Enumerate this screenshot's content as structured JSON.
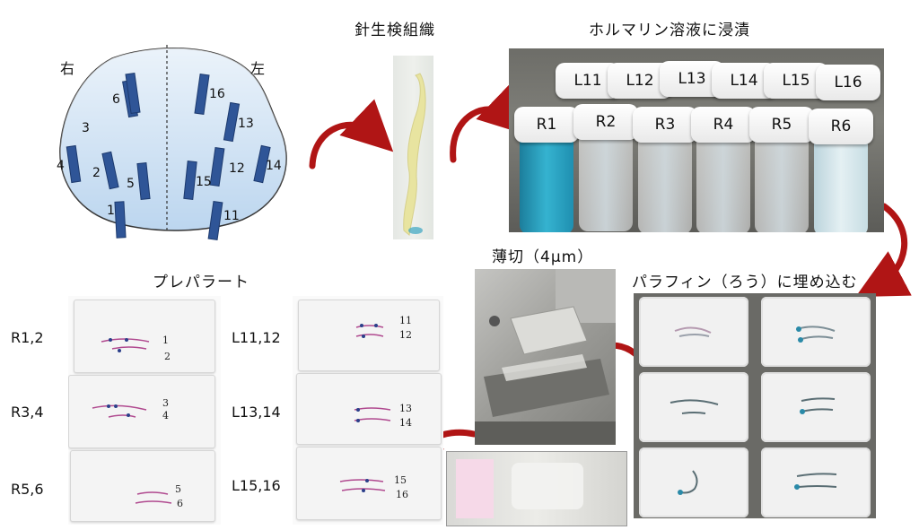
{
  "titles": {
    "biopsy": "針生検組織",
    "formalin": "ホルマリン溶液に浸漬",
    "paraffin": "パラフィン（ろう）に埋め込む",
    "section": "薄切（4μm）",
    "slides": "プレパラート"
  },
  "prostate": {
    "side_right": "右",
    "side_left": "左",
    "cores": [
      "1",
      "2",
      "3",
      "4",
      "5",
      "6",
      "11",
      "12",
      "13",
      "14",
      "15",
      "16"
    ]
  },
  "vials": {
    "back_row": [
      "L11",
      "L12",
      "L13",
      "L14",
      "L15",
      "L16"
    ],
    "front_row": [
      "R1",
      "R2",
      "R3",
      "R4",
      "R5",
      "R6"
    ]
  },
  "slide_labels": {
    "right_set": [
      "R1,2",
      "R3,4",
      "R5,6"
    ],
    "left_set": [
      "L11,12",
      "L13,14",
      "L15,16"
    ]
  },
  "slide_marks": {
    "r": [
      [
        "1",
        "2"
      ],
      [
        "3",
        "4"
      ],
      [
        "5",
        "6"
      ]
    ],
    "l": [
      [
        "11",
        "12"
      ],
      [
        "13",
        "14"
      ],
      [
        "15",
        "16"
      ]
    ]
  },
  "colors": {
    "arrow": "#b01515",
    "prostate_fill": "#bcd6ef",
    "core": "#2f5597",
    "stain": "#b0498f",
    "vial_blue": "#1f8fb0"
  }
}
